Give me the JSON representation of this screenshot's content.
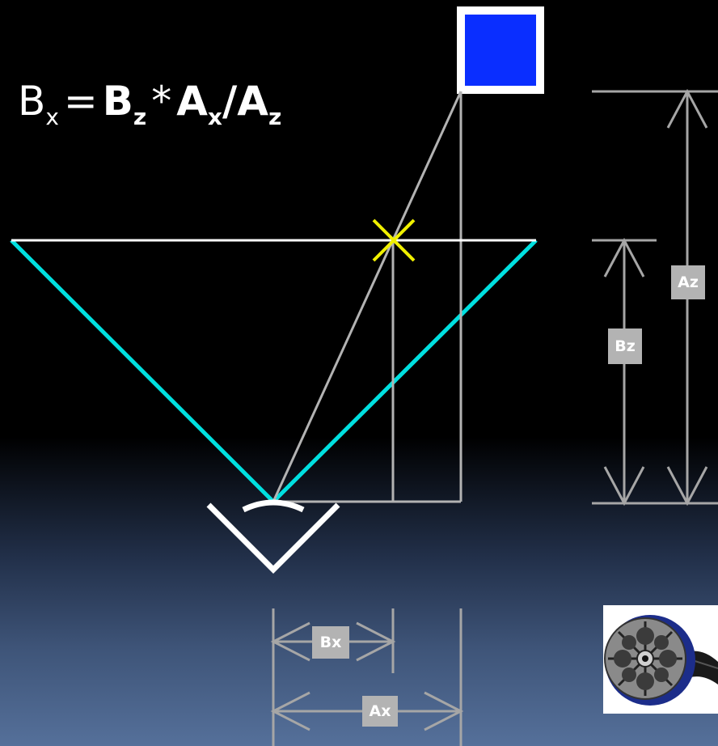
{
  "formula": {
    "lhs_base": "B",
    "lhs_sub": "x",
    "eq": "=",
    "t1_base": "B",
    "t1_sub": "z",
    "mul": "*",
    "t2_base": "A",
    "t2_sub": "x",
    "div": "/",
    "t3_base": "A",
    "t3_sub": "z"
  },
  "labels": {
    "az": "Az",
    "bz": "Bz",
    "bx": "Bx",
    "ax": "Ax"
  },
  "colors": {
    "object": "#0a2eff",
    "frustum": "#00e0e0",
    "projection_mark": "#f0f000",
    "guide": "#b3b3b3",
    "dimension": "#a6a6a6"
  },
  "icons": {
    "eye": "eye-angle-icon",
    "film": "film-reel-icon"
  }
}
